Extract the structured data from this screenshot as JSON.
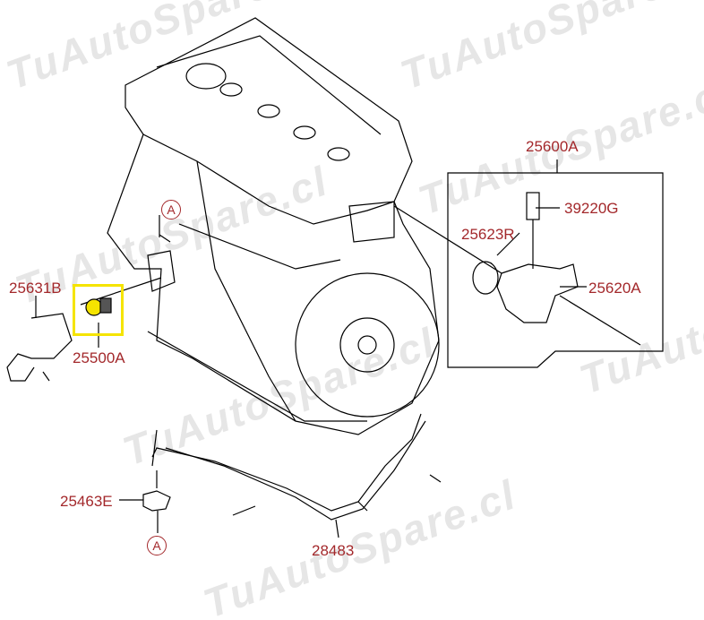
{
  "watermark": "TuAutoSpare.cl",
  "colors": {
    "label": "#a3282b",
    "highlight": "#f5e400",
    "line": "#000000"
  },
  "labels": {
    "p25600A": "25600A",
    "p39220G": "39220G",
    "p25623R": "25623R",
    "p25620A": "25620A",
    "p25631B": "25631B",
    "p25500A": "25500A",
    "p25463E": "25463E",
    "p28483": "28483"
  },
  "ref_markers": {
    "top": "A",
    "bottom": "A"
  },
  "highlighted_part": "25500A"
}
